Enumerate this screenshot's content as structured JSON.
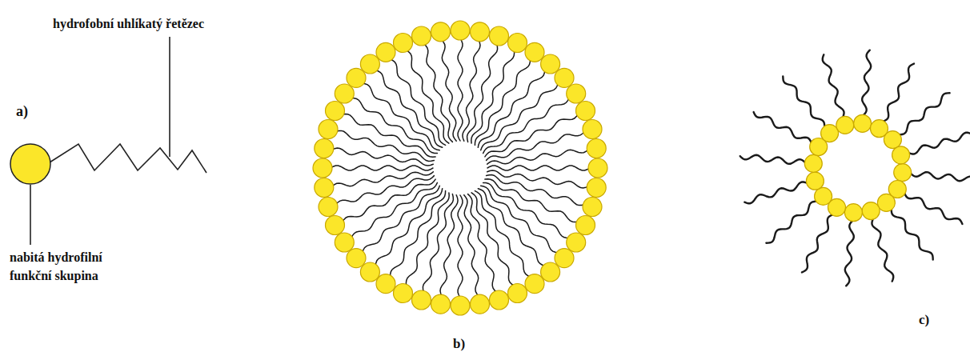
{
  "diagram": {
    "labels": [
      "a)",
      "hydrofobní uhlíkatý řetězec",
      "nabitá hydrofilní funkční skupina",
      "b)",
      "c)"
    ]
  }
}
